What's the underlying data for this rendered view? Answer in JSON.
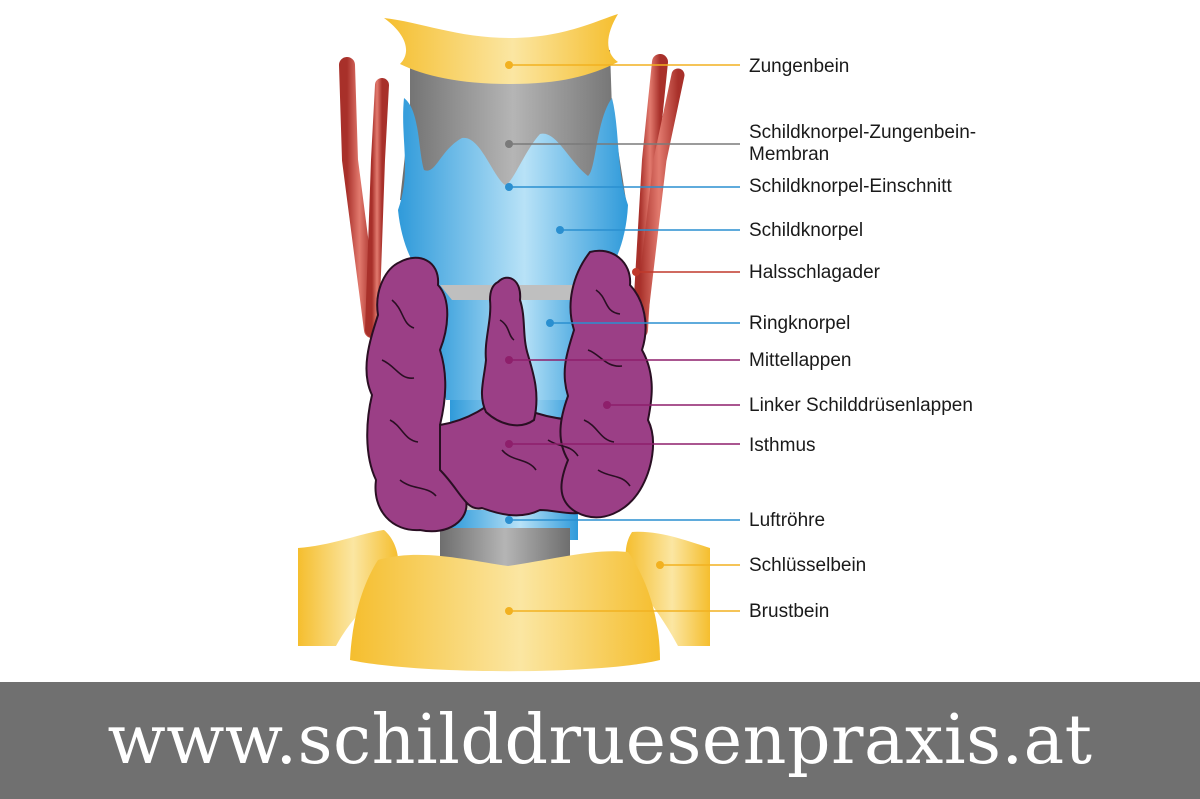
{
  "labels": [
    {
      "id": "zungenbein",
      "text": "Zungenbein",
      "color": "#F2B120"
    },
    {
      "id": "membran",
      "text": "Schildknorpel-Zungenbein-\nMembran",
      "color": "#7A7A7A"
    },
    {
      "id": "einschnitt",
      "text": "Schildknorpel-Einschnitt",
      "color": "#2A8FD0"
    },
    {
      "id": "schildknorpel",
      "text": "Schildknorpel",
      "color": "#2A8FD0"
    },
    {
      "id": "halsschlagader",
      "text": "Halsschlagader",
      "color": "#C0392B"
    },
    {
      "id": "ringknorpel",
      "text": "Ringknorpel",
      "color": "#2A8FD0"
    },
    {
      "id": "mittellappen",
      "text": "Mittellappen",
      "color": "#8E1F6B"
    },
    {
      "id": "linker-lappen",
      "text": "Linker Schilddrüsenlappen",
      "color": "#8E1F6B"
    },
    {
      "id": "isthmus",
      "text": "Isthmus",
      "color": "#8E1F6B"
    },
    {
      "id": "luftroehre",
      "text": "Luftröhre",
      "color": "#2A8FD0"
    },
    {
      "id": "schluesselbein",
      "text": "Schlüsselbein",
      "color": "#F2B120"
    },
    {
      "id": "brustbein",
      "text": "Brustbein",
      "color": "#F2B120"
    }
  ],
  "footer": {
    "url": "www.schilddruesenpraxis.at"
  },
  "colors": {
    "bone": "#F7C843",
    "bone_light": "#FBE49A",
    "cartilage": "#3FA7E0",
    "cartilage_light": "#A9DCF5",
    "membrane": "#8C8C8C",
    "artery": "#C8463A",
    "thyroid": "#9B3F86",
    "footer_bg": "#707070"
  }
}
